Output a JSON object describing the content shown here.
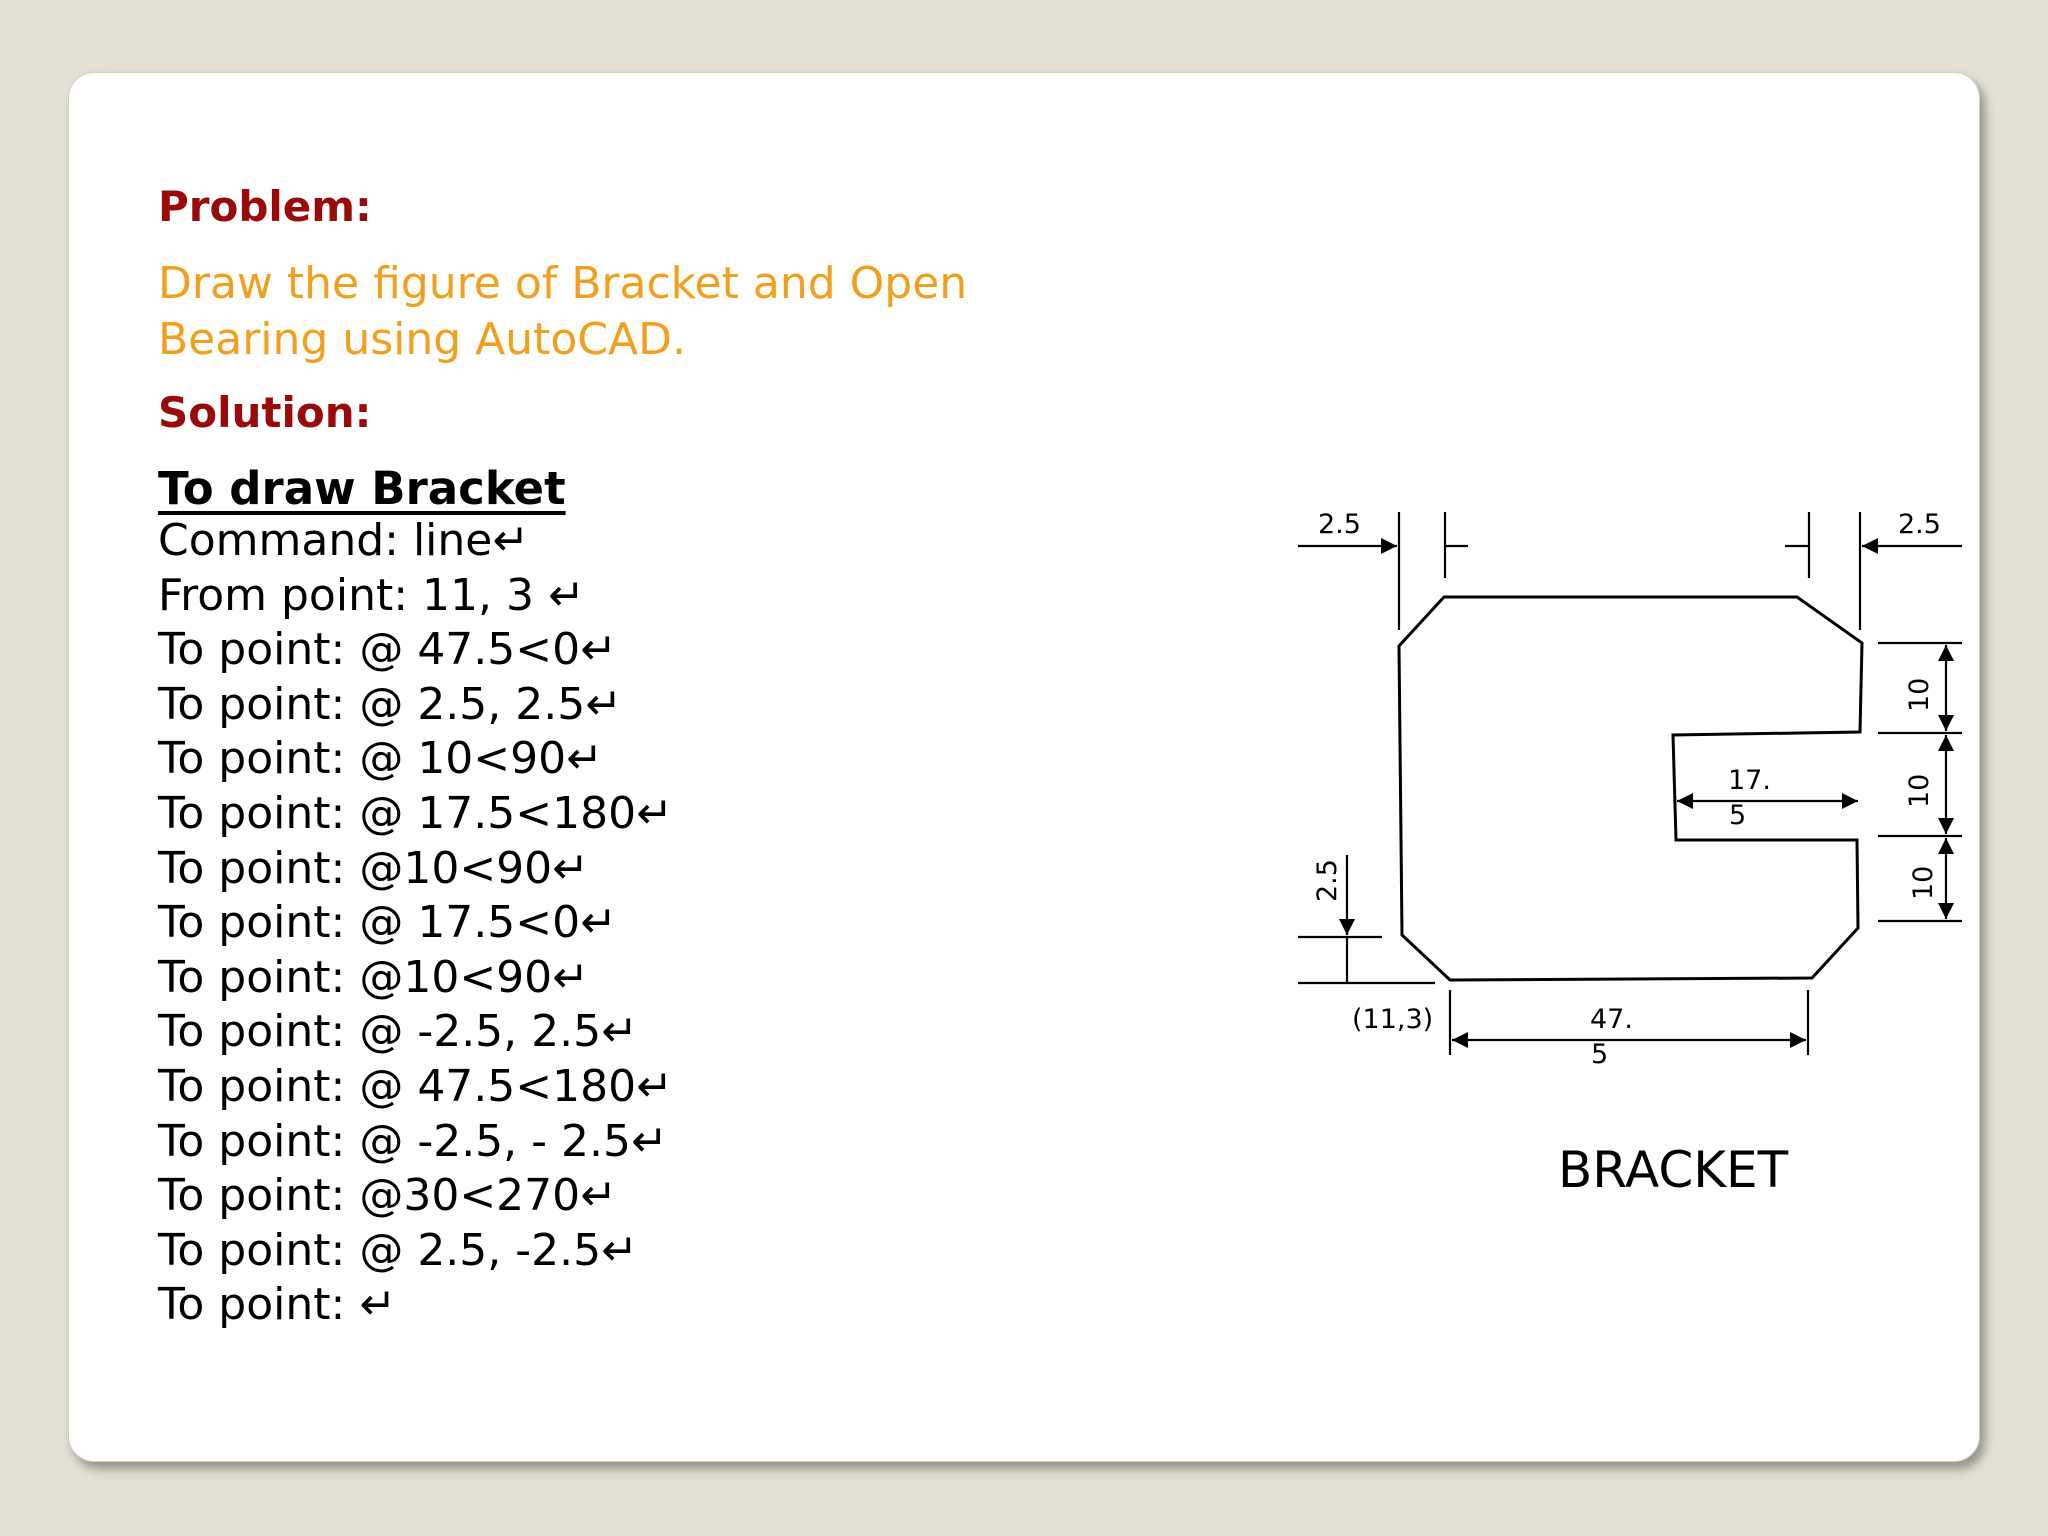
{
  "problem": {
    "heading": "Problem:",
    "lines": [
      "Draw the figure of Bracket and Open",
      "Bearing using AutoCAD."
    ]
  },
  "solution": {
    "heading": "Solution:",
    "subheading": "To draw Bracket",
    "commands": [
      "Command: line↵",
      "From point: 11, 3 ↵",
      "To point: @ 47.5<0↵",
      "To point: @ 2.5, 2.5↵",
      "To point: @ 10<90↵",
      "To point: @ 17.5<180↵",
      "To point: @10<90↵",
      "To point: @ 17.5<0↵",
      "To point: @10<90↵",
      "To point: @ -2.5, 2.5↵",
      "To point: @ 47.5<180↵",
      "To point: @ -2.5, - 2.5↵",
      "To point: @30<270↵",
      "To point: @ 2.5, -2.5↵",
      "To point: ↵"
    ]
  },
  "figure": {
    "caption": "BRACKET",
    "dims": {
      "top_left": "2.5",
      "top_right": "2.5",
      "left_vertical": "2.5",
      "right_v1": "10",
      "right_v2": "10",
      "right_v3": "10",
      "slot_a": "17.",
      "slot_b": "5",
      "bottom_a": "47.",
      "bottom_b": "5",
      "origin": "(11,3)"
    }
  },
  "colors": {
    "heading": "#9a0a0a",
    "problem_text": "#f29f1e",
    "body_text": "#000000",
    "background": "#e4e0d4",
    "slide": "#ffffff"
  }
}
